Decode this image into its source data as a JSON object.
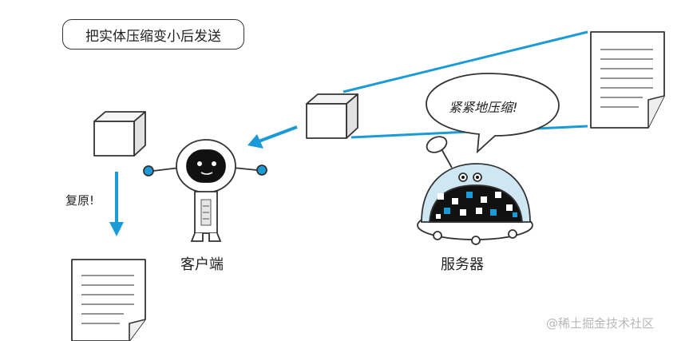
{
  "title": "把实体压缩变小后发送",
  "client_label": "客户端",
  "server_label": "服务器",
  "restore_label": "复原!",
  "speech_bubble": "紧紧地压缩!",
  "watermark": "@稀土掘金技术社区",
  "colors": {
    "accent_blue": "#1a9ad6",
    "outline": "#333333",
    "robot_face": "#111111",
    "dome": "#cfe6f3"
  },
  "icons": [
    "document-icon",
    "compressed-box-icon",
    "client-robot-icon",
    "server-robot-icon",
    "arrow-left-icon",
    "arrow-down-icon",
    "speech-bubble-icon"
  ]
}
